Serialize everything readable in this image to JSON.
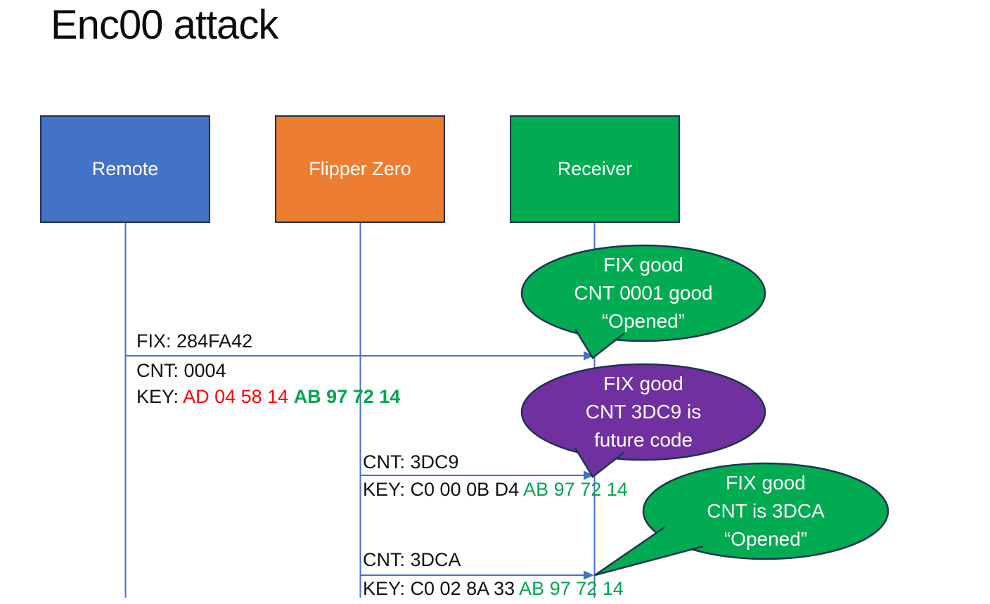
{
  "title": "Enc00 attack",
  "colors": {
    "actor_remote_fill": "#4472C4",
    "actor_flipper_fill": "#ED7D31",
    "actor_receiver_fill": "#00AB52",
    "shape_border": "#1F3352",
    "lifeline_and_arrow": "#4472C4",
    "callout_green": "#00AB52",
    "callout_purple": "#7030A0",
    "key_red": "#FF0000",
    "key_green": "#00A650",
    "text_black": "#111111"
  },
  "actors": [
    {
      "id": "remote",
      "label": "Remote",
      "fill": "#4472C4"
    },
    {
      "id": "flipper",
      "label": "Flipper Zero",
      "fill": "#ED7D31"
    },
    {
      "id": "receiver",
      "label": "Receiver",
      "fill": "#00AB52"
    }
  ],
  "messages": [
    {
      "from": "Remote",
      "to": "Receiver",
      "lines": [
        {
          "segments": [
            {
              "text": "FIX: 284FA42",
              "color": "#111111",
              "bold": false
            }
          ]
        },
        {
          "segments": [
            {
              "text": "CNT: 0004",
              "color": "#111111",
              "bold": false
            }
          ]
        },
        {
          "segments": [
            {
              "text": "KEY: ",
              "color": "#111111",
              "bold": false
            },
            {
              "text": "AD 04 58 14 ",
              "color": "#FF0000",
              "bold": false
            },
            {
              "text": "AB 97 72 14",
              "color": "#00A650",
              "bold": true
            }
          ]
        }
      ]
    },
    {
      "from": "Flipper Zero",
      "to": "Receiver",
      "lines": [
        {
          "segments": [
            {
              "text": "CNT: 3DC9",
              "color": "#111111",
              "bold": false
            }
          ]
        },
        {
          "segments": [
            {
              "text": "KEY: C0 00 0B D4 ",
              "color": "#111111",
              "bold": false
            },
            {
              "text": "AB 97 72 14",
              "color": "#00A650",
              "bold": false
            }
          ]
        }
      ]
    },
    {
      "from": "Flipper Zero",
      "to": "Receiver",
      "lines": [
        {
          "segments": [
            {
              "text": "CNT: 3DCA",
              "color": "#111111",
              "bold": false
            }
          ]
        },
        {
          "segments": [
            {
              "text": "KEY: C0 02 8A 33 ",
              "color": "#111111",
              "bold": false
            },
            {
              "text": "AB 97 72 14",
              "color": "#00A650",
              "bold": false
            }
          ]
        }
      ]
    }
  ],
  "callouts": [
    {
      "fill": "#00AB52",
      "lines": [
        "FIX good",
        "CNT 0001 good",
        "“Opened”"
      ]
    },
    {
      "fill": "#7030A0",
      "lines": [
        "FIX good",
        "CNT 3DC9 is",
        "future code"
      ]
    },
    {
      "fill": "#00AB52",
      "lines": [
        "FIX good",
        "CNT is 3DCA",
        "“Opened”"
      ]
    }
  ]
}
